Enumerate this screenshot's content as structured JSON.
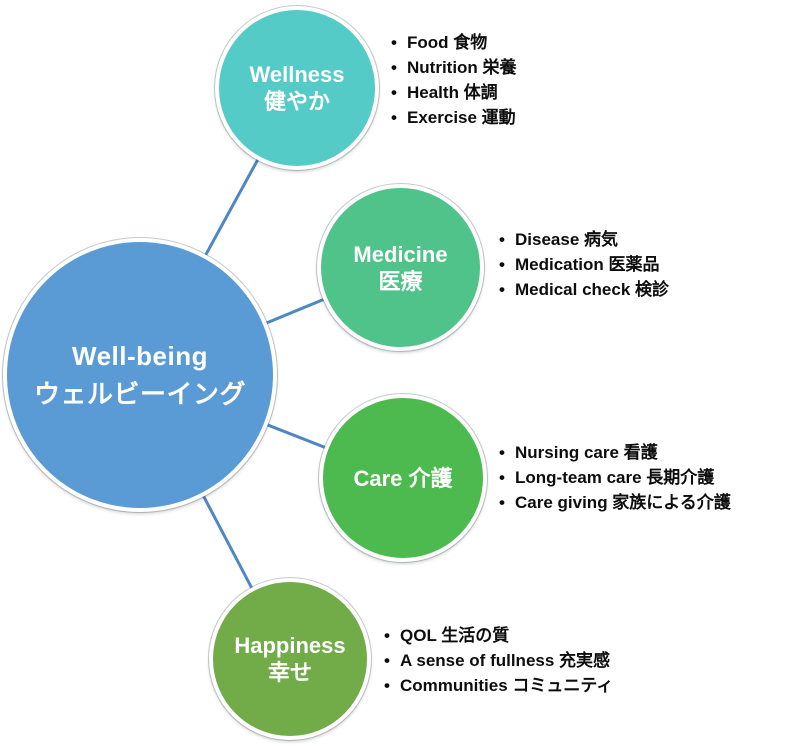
{
  "bullet": "•",
  "connectors": {
    "color": "#4F86C5"
  },
  "center": {
    "title_en": "Well-being",
    "title_ja": "ウェルビーイング",
    "color": "#5B9BD5"
  },
  "nodes": [
    {
      "name": "wellness",
      "label_en": "Wellness",
      "label_ja": "健やか",
      "color": "#55CBC8",
      "items": [
        "Food 食物",
        "Nutrition 栄養",
        "Health 体調",
        "Exercise 運動"
      ]
    },
    {
      "name": "medicine",
      "label_en": "Medicine",
      "label_ja": "医療",
      "color": "#4FC389",
      "items": [
        "Disease 病気",
        "Medication 医薬品",
        "Medical check 検診"
      ]
    },
    {
      "name": "care",
      "label": "Care 介護",
      "color": "#4CBA4F",
      "items": [
        "Nursing care 看護",
        "Long-team care 長期介護",
        "Care giving 家族による介護"
      ]
    },
    {
      "name": "happiness",
      "label_en": "Happiness",
      "label_ja": "幸せ",
      "color": "#72AC49",
      "items": [
        "QOL 生活の質",
        "A sense of fullness 充実感",
        "Communities コミュニティ"
      ]
    }
  ]
}
